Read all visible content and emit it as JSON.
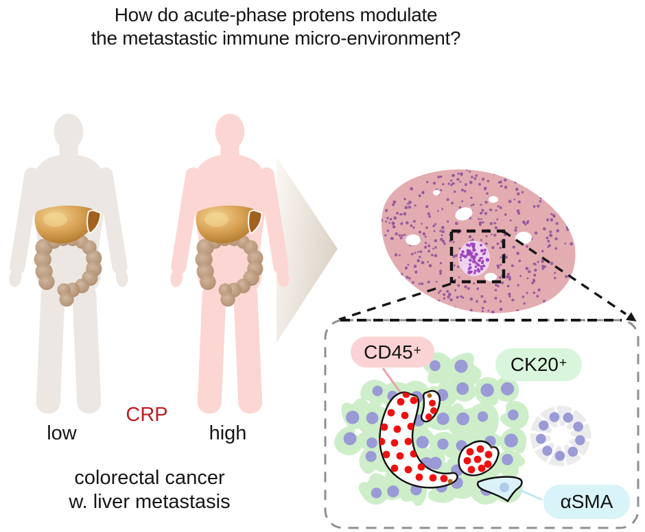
{
  "title": {
    "line1": "How do acute-phase protens modulate",
    "line2": "the metastastic immune micro-environment?"
  },
  "cohort": {
    "marker_label": "CRP",
    "low_label": "low",
    "high_label": "high",
    "caption_line1": "colorectal cancer",
    "caption_line2": "w. liver metastasis"
  },
  "inset": {
    "cd45_label": "CD45",
    "cd45_sup": "+",
    "ck20_label": "CK20",
    "ck20_sup": "+",
    "asma_label": "αSMA"
  },
  "colors": {
    "crp_text": "#bb1b1f",
    "body_low": "#ece7e2",
    "body_high": "#fcd6d2",
    "tissue": "#e3acb1",
    "tissue_nuclei": "#8d4d9c",
    "metastasis_bg": "#eed3f0",
    "metastasis_dots": "#9c3fba",
    "cd45_chip": "#fbd3d4",
    "ck20_chip": "#d9f6dc",
    "asma_chip": "#d9f4f9",
    "immune_dot": "#ee1111",
    "immune_dot_accent": "#b5651d",
    "cell_green": "#cdeec9",
    "cell_nucleus": "#9a9ad6",
    "ring_cell": "#ebebee",
    "asma_cell": "#daf2f8"
  }
}
